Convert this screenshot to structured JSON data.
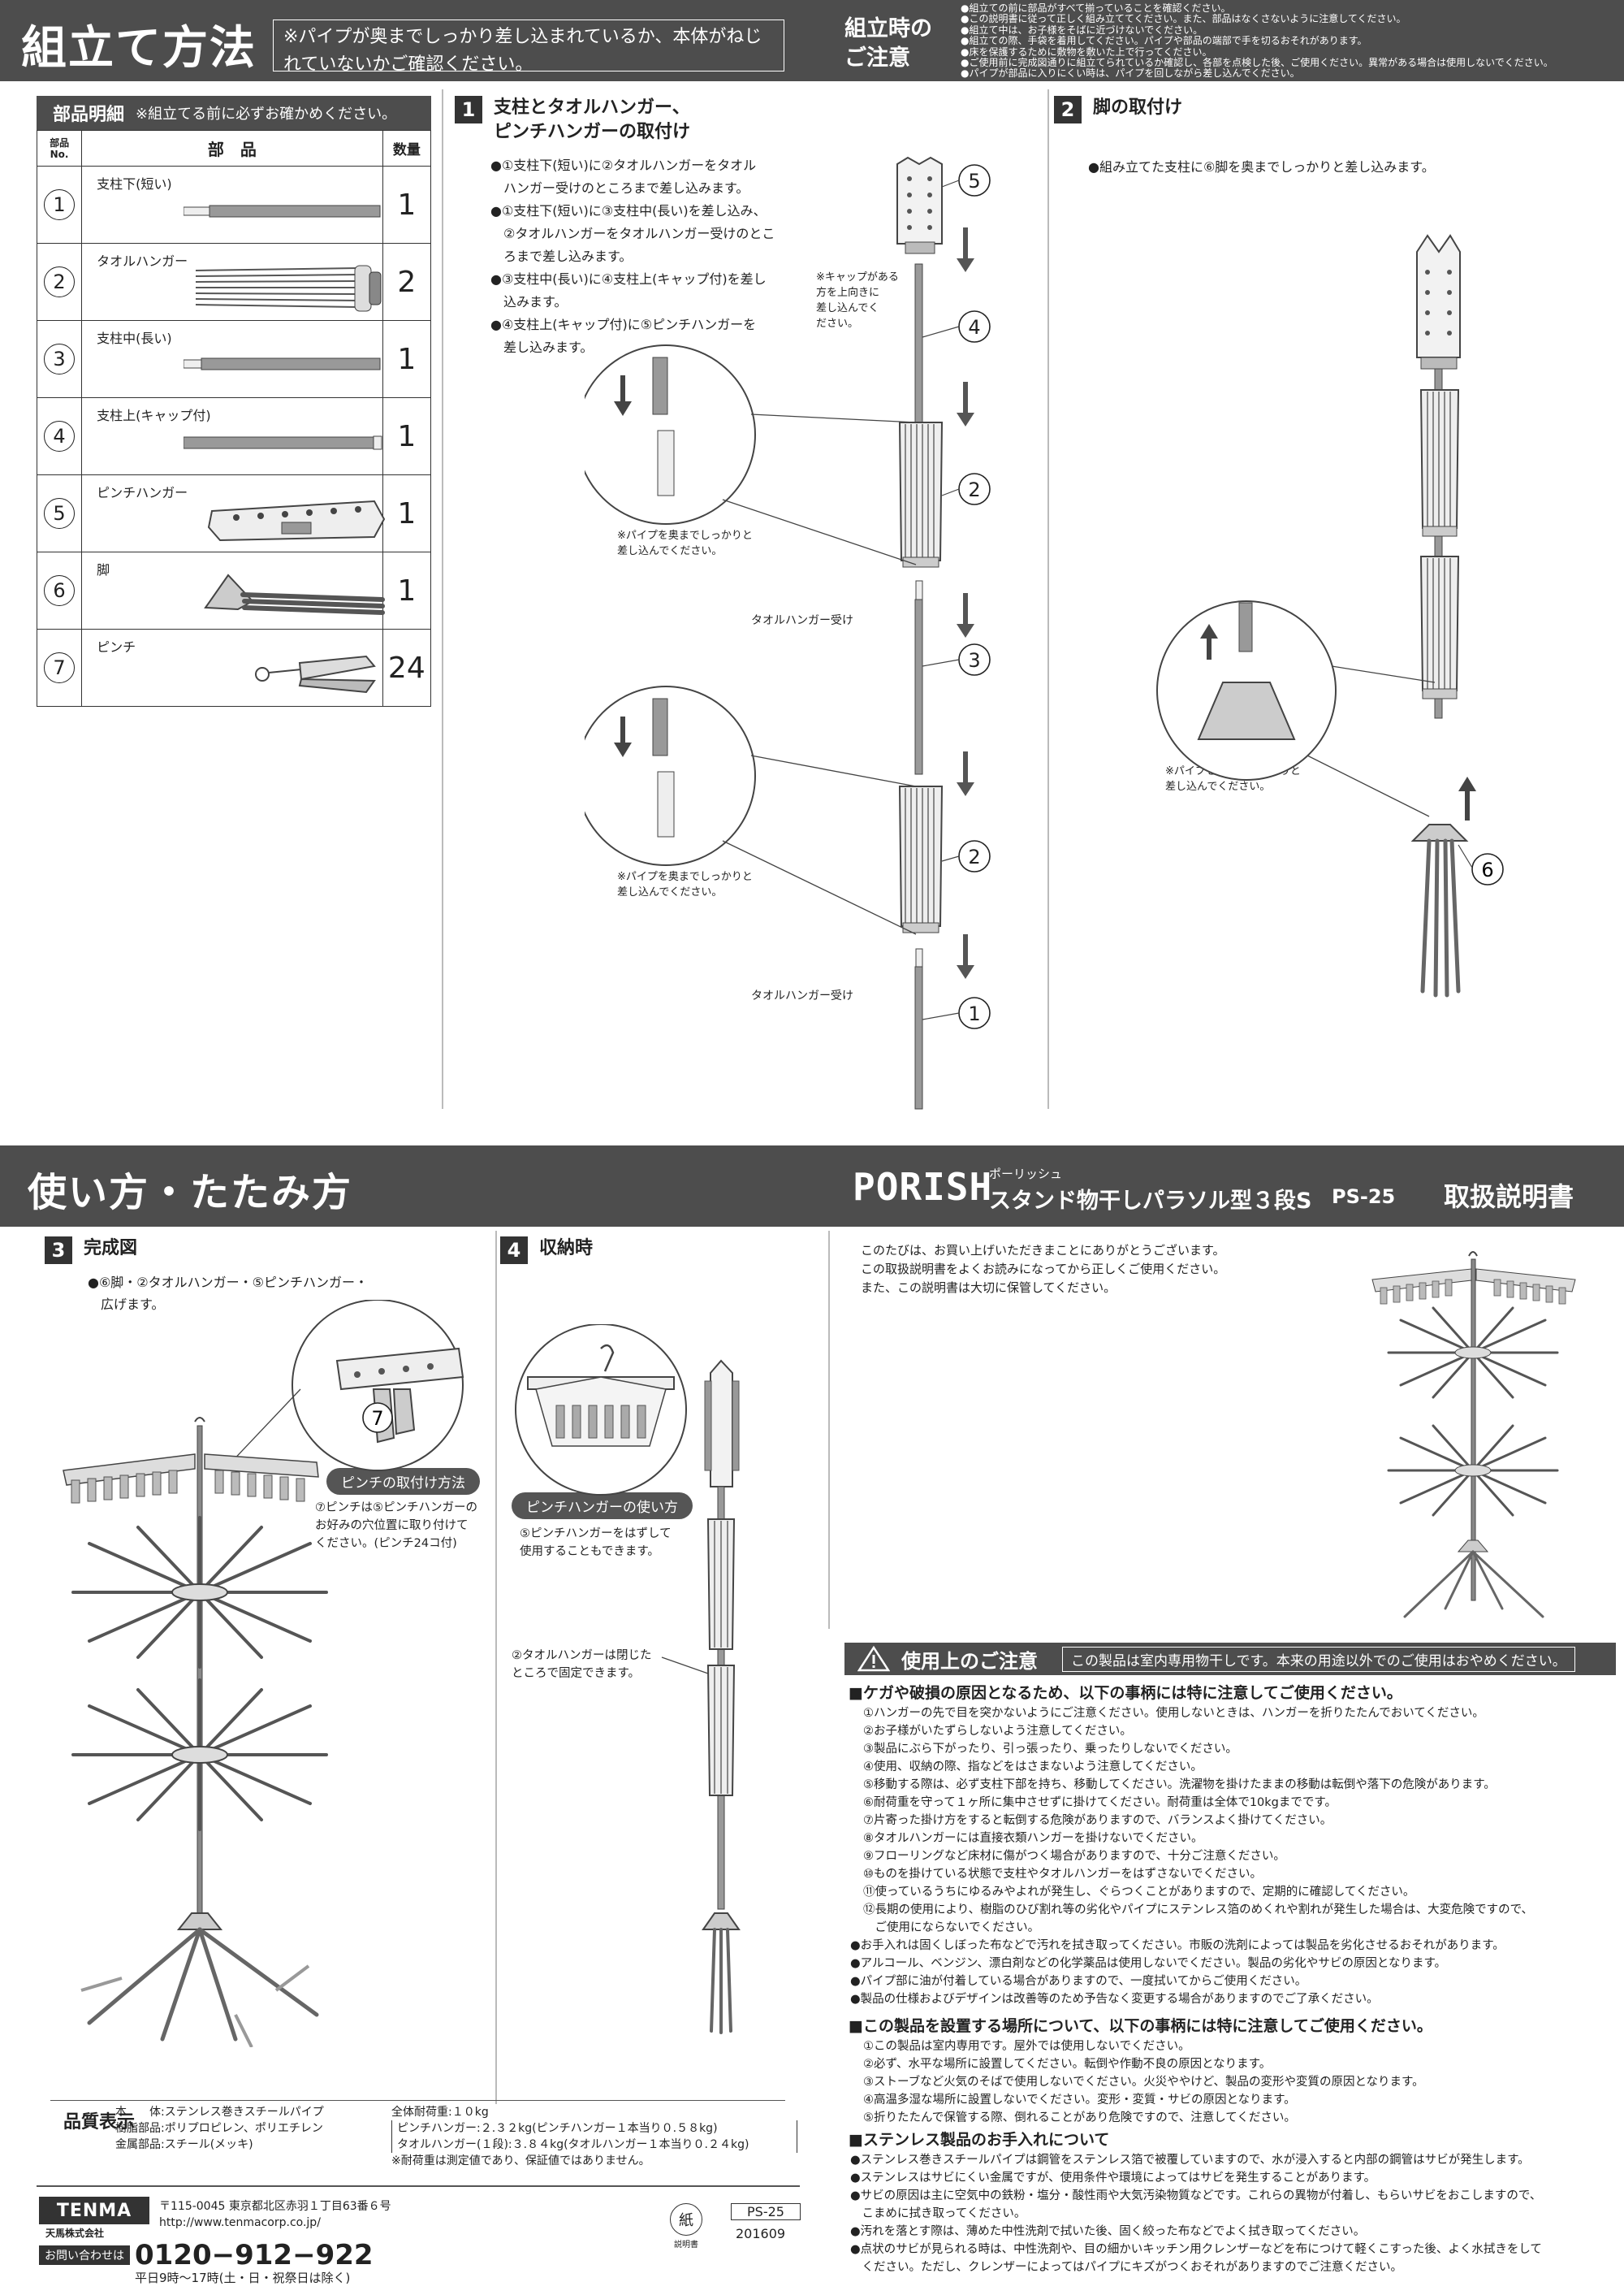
{
  "header_top": {
    "title": "組立て方法",
    "note": "※パイプが奥までしっかり差し込まれているか、本体がねじれていないかご確認ください。",
    "caution_label": "組立時のご注意",
    "caution_items": [
      "●組立ての前に部品がすべて揃っていることを確認ください。",
      "●この説明書に従って正しく組み立ててください。また、部品はなくさないように注意してください。",
      "●組立て中は、お子様をそばに近づけないでください。",
      "●組立ての際、手袋を着用してください。パイプや部品の端部で手を切るおそれがあります。",
      "●床を保護するために敷物を敷いた上で行ってください。",
      "●ご使用前に完成図通りに組立てられているか確認し、各部を点検した後、ご使用ください。異常がある場合は使用しないでください。",
      "●パイプが部品に入りにくい時は、パイプを回しながら差し込んでください。"
    ]
  },
  "parts": {
    "title": "部品明細",
    "subtitle": "※組立てる前に必ずお確かめください。",
    "col_no": "部品No.",
    "col_name": "部　品",
    "col_qty": "数量",
    "rows": [
      {
        "no": "1",
        "name": "支柱下(短い)",
        "qty": "1",
        "icon": "short-pole-icon"
      },
      {
        "no": "2",
        "name": "タオルハンガー",
        "qty": "2",
        "icon": "towel-hanger-icon"
      },
      {
        "no": "3",
        "name": "支柱中(長い)",
        "qty": "1",
        "icon": "long-pole-icon"
      },
      {
        "no": "4",
        "name": "支柱上(キャップ付)",
        "qty": "1",
        "icon": "capped-pole-icon"
      },
      {
        "no": "5",
        "name": "ピンチハンガー",
        "qty": "1",
        "icon": "pinch-hanger-icon"
      },
      {
        "no": "6",
        "name": "脚",
        "qty": "1",
        "icon": "legs-icon"
      },
      {
        "no": "7",
        "name": "ピンチ",
        "qty": "24",
        "icon": "clothespin-icon"
      }
    ]
  },
  "step1": {
    "num": "1",
    "title_line1": "支柱とタオルハンガー、",
    "title_line2": "ピンチハンガーの取付け",
    "instructions": [
      "●①支柱下(短い)に②タオルハンガーをタオル",
      "　ハンガー受けのところまで差し込みます。",
      "●①支柱下(短い)に③支柱中(長い)を差し込み、",
      "　②タオルハンガーをタオルハンガー受けのとこ",
      "　ろまで差し込みます。",
      "●③支柱中(長い)に④支柱上(キャップ付)を差し",
      "　込みます。",
      "●④支柱上(キャップ付)に⑤ピンチハンガーを",
      "　差し込みます。"
    ],
    "cap_note": "※キャップがある\n方を上向きに\n差し込んでく\nださい。",
    "pipe_note_1": "※パイプを奥までしっかりと\n差し込んでください。",
    "pipe_note_2": "※パイプを奥までしっかりと\n差し込んでください。",
    "towel_receiver_1": "タオルハンガー受け",
    "towel_receiver_2": "タオルハンガー受け",
    "labels": [
      "5",
      "4",
      "2",
      "3",
      "2",
      "1"
    ]
  },
  "step2": {
    "num": "2",
    "title": "脚の取付け",
    "instruction": "●組み立てた支柱に⑥脚を奥までしっかりと差し込みます。",
    "pipe_note": "※パイプを奥までしっかりと\n差し込んでください。",
    "label": "6"
  },
  "header_mid": {
    "title": "使い方・たたみ方",
    "brand": "PORISH",
    "brand_ruby": "ポーリッシュ",
    "product": "スタンド物干しパラソル型３段S",
    "model": "PS-25",
    "manual": "取扱説明書"
  },
  "step3": {
    "num": "3",
    "title": "完成図",
    "instruction": "●⑥脚・②タオルハンガー・⑤ピンチハンガー・\n　広げます。",
    "pill": "ピンチの取付け方法",
    "pin_note": "⑦ピンチは⑤ピンチハンガーの\nお好みの穴位置に取り付けて\nください。(ピンチ24コ付)",
    "label": "7"
  },
  "step4": {
    "num": "4",
    "title": "収納時",
    "pill": "ピンチハンガーの使い方",
    "hanger_note": "⑤ピンチハンガーをはずして\n使用することもできます。",
    "towel_note": "②タオルハンガーは閉じた\nところで固定できます。"
  },
  "intro": [
    "このたびは、お買い上げいただきまことにありがとうございます。",
    "この取扱説明書をよくお読みになってから正しくご使用ください。",
    "また、この説明書は大切に保管してください。"
  ],
  "caution": {
    "title": "使用上のご注意",
    "banner": "この製品は室内専用物干しです。本来の用途以外でのご使用はおやめください。",
    "section1_title": "■ケガや破損の原因となるため、以下の事柄には特に注意してご使用ください。",
    "section1_items": [
      "①ハンガーの先で目を突かないようにご注意ください。使用しないときは、ハンガーを折りたたんでおいてください。",
      "②お子様がいたずらしないよう注意してください。",
      "③製品にぶら下がったり、引っ張ったり、乗ったりしないでください。",
      "④使用、収納の際、指などをはさまないよう注意してください。",
      "⑤移動する際は、必ず支柱下部を持ち、移動してください。洗濯物を掛けたままの移動は転倒や落下の危険があります。",
      "⑥耐荷重を守って１ヶ所に集中させずに掛けてください。耐荷重は全体で10kgまでです。",
      "⑦片寄った掛け方をすると転倒する危険がありますので、バランスよく掛けてください。",
      "⑧タオルハンガーには直接衣類ハンガーを掛けないでください。",
      "⑨フローリングなど床材に傷がつく場合がありますので、十分ご注意ください。",
      "⑩ものを掛けている状態で支柱やタオルハンガーをはずさないでください。",
      "⑪使っているうちにゆるみやよれが発生し、ぐらつくことがありますので、定期的に確認してください。",
      "⑫長期の使用により、樹脂のひび割れ等の劣化やパイプにステンレス箔のめくれや割れが発生した場合は、大変危険ですので、",
      "　ご使用にならないでください。"
    ],
    "section1_bullets": [
      "●お手入れは固くしぼった布などで汚れを拭き取ってください。市販の洗剤によっては製品を劣化させるおそれがあります。",
      "●アルコール、ベンジン、漂白剤などの化学薬品は使用しないでください。製品の劣化やサビの原因となります。",
      "●パイプ部に油が付着している場合がありますので、一度拭いてからご使用ください。",
      "●製品の仕様およびデザインは改善等のため予告なく変更する場合がありますのでご了承ください。"
    ],
    "section2_title": "■この製品を設置する場所について、以下の事柄には特に注意してご使用ください。",
    "section2_items": [
      "①この製品は室内専用です。屋外では使用しないでください。",
      "②必ず、水平な場所に設置してください。転倒や作動不良の原因となります。",
      "③ストーブなど火気のそばで使用しないでください。火災ややけど、製品の変形や変質の原因となります。",
      "④高温多湿な場所に設置しないでください。変形・変質・サビの原因となります。",
      "⑤折りたたんで保管する際、倒れることがあり危険ですので、注意してください。"
    ],
    "section3_title": "■ステンレス製品のお手入れについて",
    "section3_items": [
      "●ステンレス巻きスチールパイプは鋼管をステンレス箔で被覆していますので、水が浸入すると内部の鋼管はサビが発生します。",
      "●ステンレスはサビにくい金属ですが、使用条件や環境によってはサビを発生することがあります。",
      "●サビの原因は主に空気中の鉄粉・塩分・酸性雨や大気汚染物質などです。これらの異物が付着し、もらいサビをおこしますので、",
      "　こまめに拭き取ってください。",
      "●汚れを落とす際は、薄めた中性洗剤で拭いた後、固く絞った布などでよく拭き取ってください。",
      "●点状のサビが見られる時は、中性洗剤や、目の細かいキッチン用クレンザーなどを布につけて軽くこすった後、よく水拭きをして",
      "　ください。ただし、クレンザーによってはパイプにキズがつくおそれがありますのでご注意ください。"
    ]
  },
  "quality": {
    "label": "品質表示",
    "lines": [
      "本　　体:ステンレス巻きスチールパイプ",
      "樹脂部品:ポリプロピレン、ポリエチレン",
      "金属部品:スチール(メッキ)"
    ],
    "load_title": "全体耐荷重:１０kg",
    "load_lines": [
      "ピンチハンガー:２.３２kg(ピンチハンガー１本当り０.５８kg)",
      "タオルハンガー(１段):３.８４kg(タオルハンガー１本当り０.２４kg)"
    ],
    "load_note": "※耐荷重は測定値であり、保証値ではありません。"
  },
  "footer": {
    "logo": "TENMA",
    "company": "天馬株式会社",
    "address": "〒115-0045 東京都北区赤羽１丁目63番６号",
    "url": "http://www.tenmacorp.co.jp/",
    "inquiry_label": "お問い合わせは",
    "phone": "0120−912−922",
    "hours": "平日9時〜17時(土・日・祝祭日は除く)",
    "recycle": "紙",
    "recycle_sub": "説明書",
    "code": "PS-25",
    "date": "201609"
  }
}
